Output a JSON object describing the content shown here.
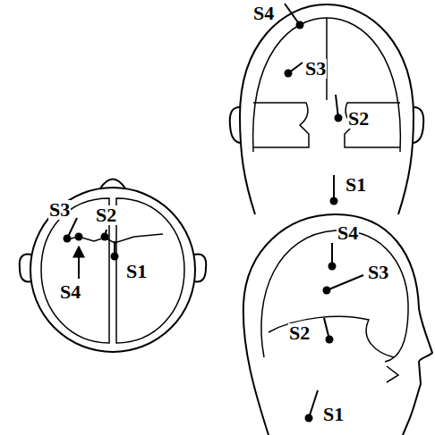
{
  "diagram": {
    "labels": [
      "S3",
      "S2",
      "S4",
      "S1",
      "S4",
      "S3",
      "S2",
      "S1",
      "S4",
      "S3",
      "S2",
      "S1"
    ]
  }
}
